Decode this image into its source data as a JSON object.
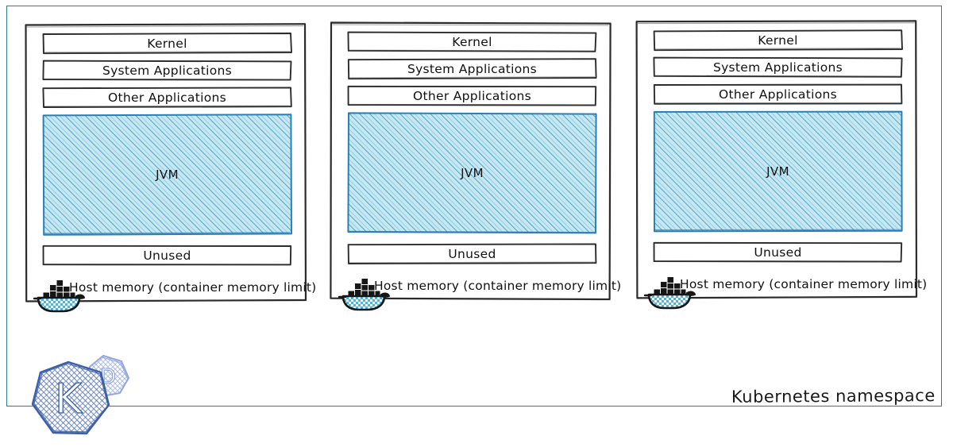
{
  "namespace": {
    "label": "Kubernetes namespace",
    "border_color": "#2a7f8f"
  },
  "logos": {
    "kubernetes": {
      "name": "kubernetes-logo",
      "primary_letter": "K",
      "secondary_letter": "D",
      "color": "#3b5fa8",
      "secondary_color": "#8fa4dd"
    },
    "docker": {
      "name": "docker-whale-icon",
      "color": "#1a1a1a",
      "hull_color": "#2f9fd0"
    }
  },
  "pods": [
    {
      "name": "pod-1",
      "rows": [
        {
          "label": "Kernel"
        },
        {
          "label": "System Applications"
        },
        {
          "label": "Other Applications"
        }
      ],
      "jvm": {
        "label": "JVM",
        "fill": "#bfe4ef",
        "stroke": "#2b7fb8"
      },
      "unused": {
        "label": "Unused"
      },
      "host": {
        "label": "Host memory (container memory limit)"
      }
    },
    {
      "name": "pod-2",
      "rows": [
        {
          "label": "Kernel"
        },
        {
          "label": "System Applications"
        },
        {
          "label": "Other Applications"
        }
      ],
      "jvm": {
        "label": "JVM",
        "fill": "#bfe4ef",
        "stroke": "#2b7fb8"
      },
      "unused": {
        "label": "Unused"
      },
      "host": {
        "label": "Host memory (container memory limit)"
      }
    },
    {
      "name": "pod-3",
      "rows": [
        {
          "label": "Kernel"
        },
        {
          "label": "System Applications"
        },
        {
          "label": "Other Applications"
        }
      ],
      "jvm": {
        "label": "JVM",
        "fill": "#bfe4ef",
        "stroke": "#2b7fb8"
      },
      "unused": {
        "label": "Unused"
      },
      "host": {
        "label": "Host memory (container memory limit)"
      }
    }
  ]
}
